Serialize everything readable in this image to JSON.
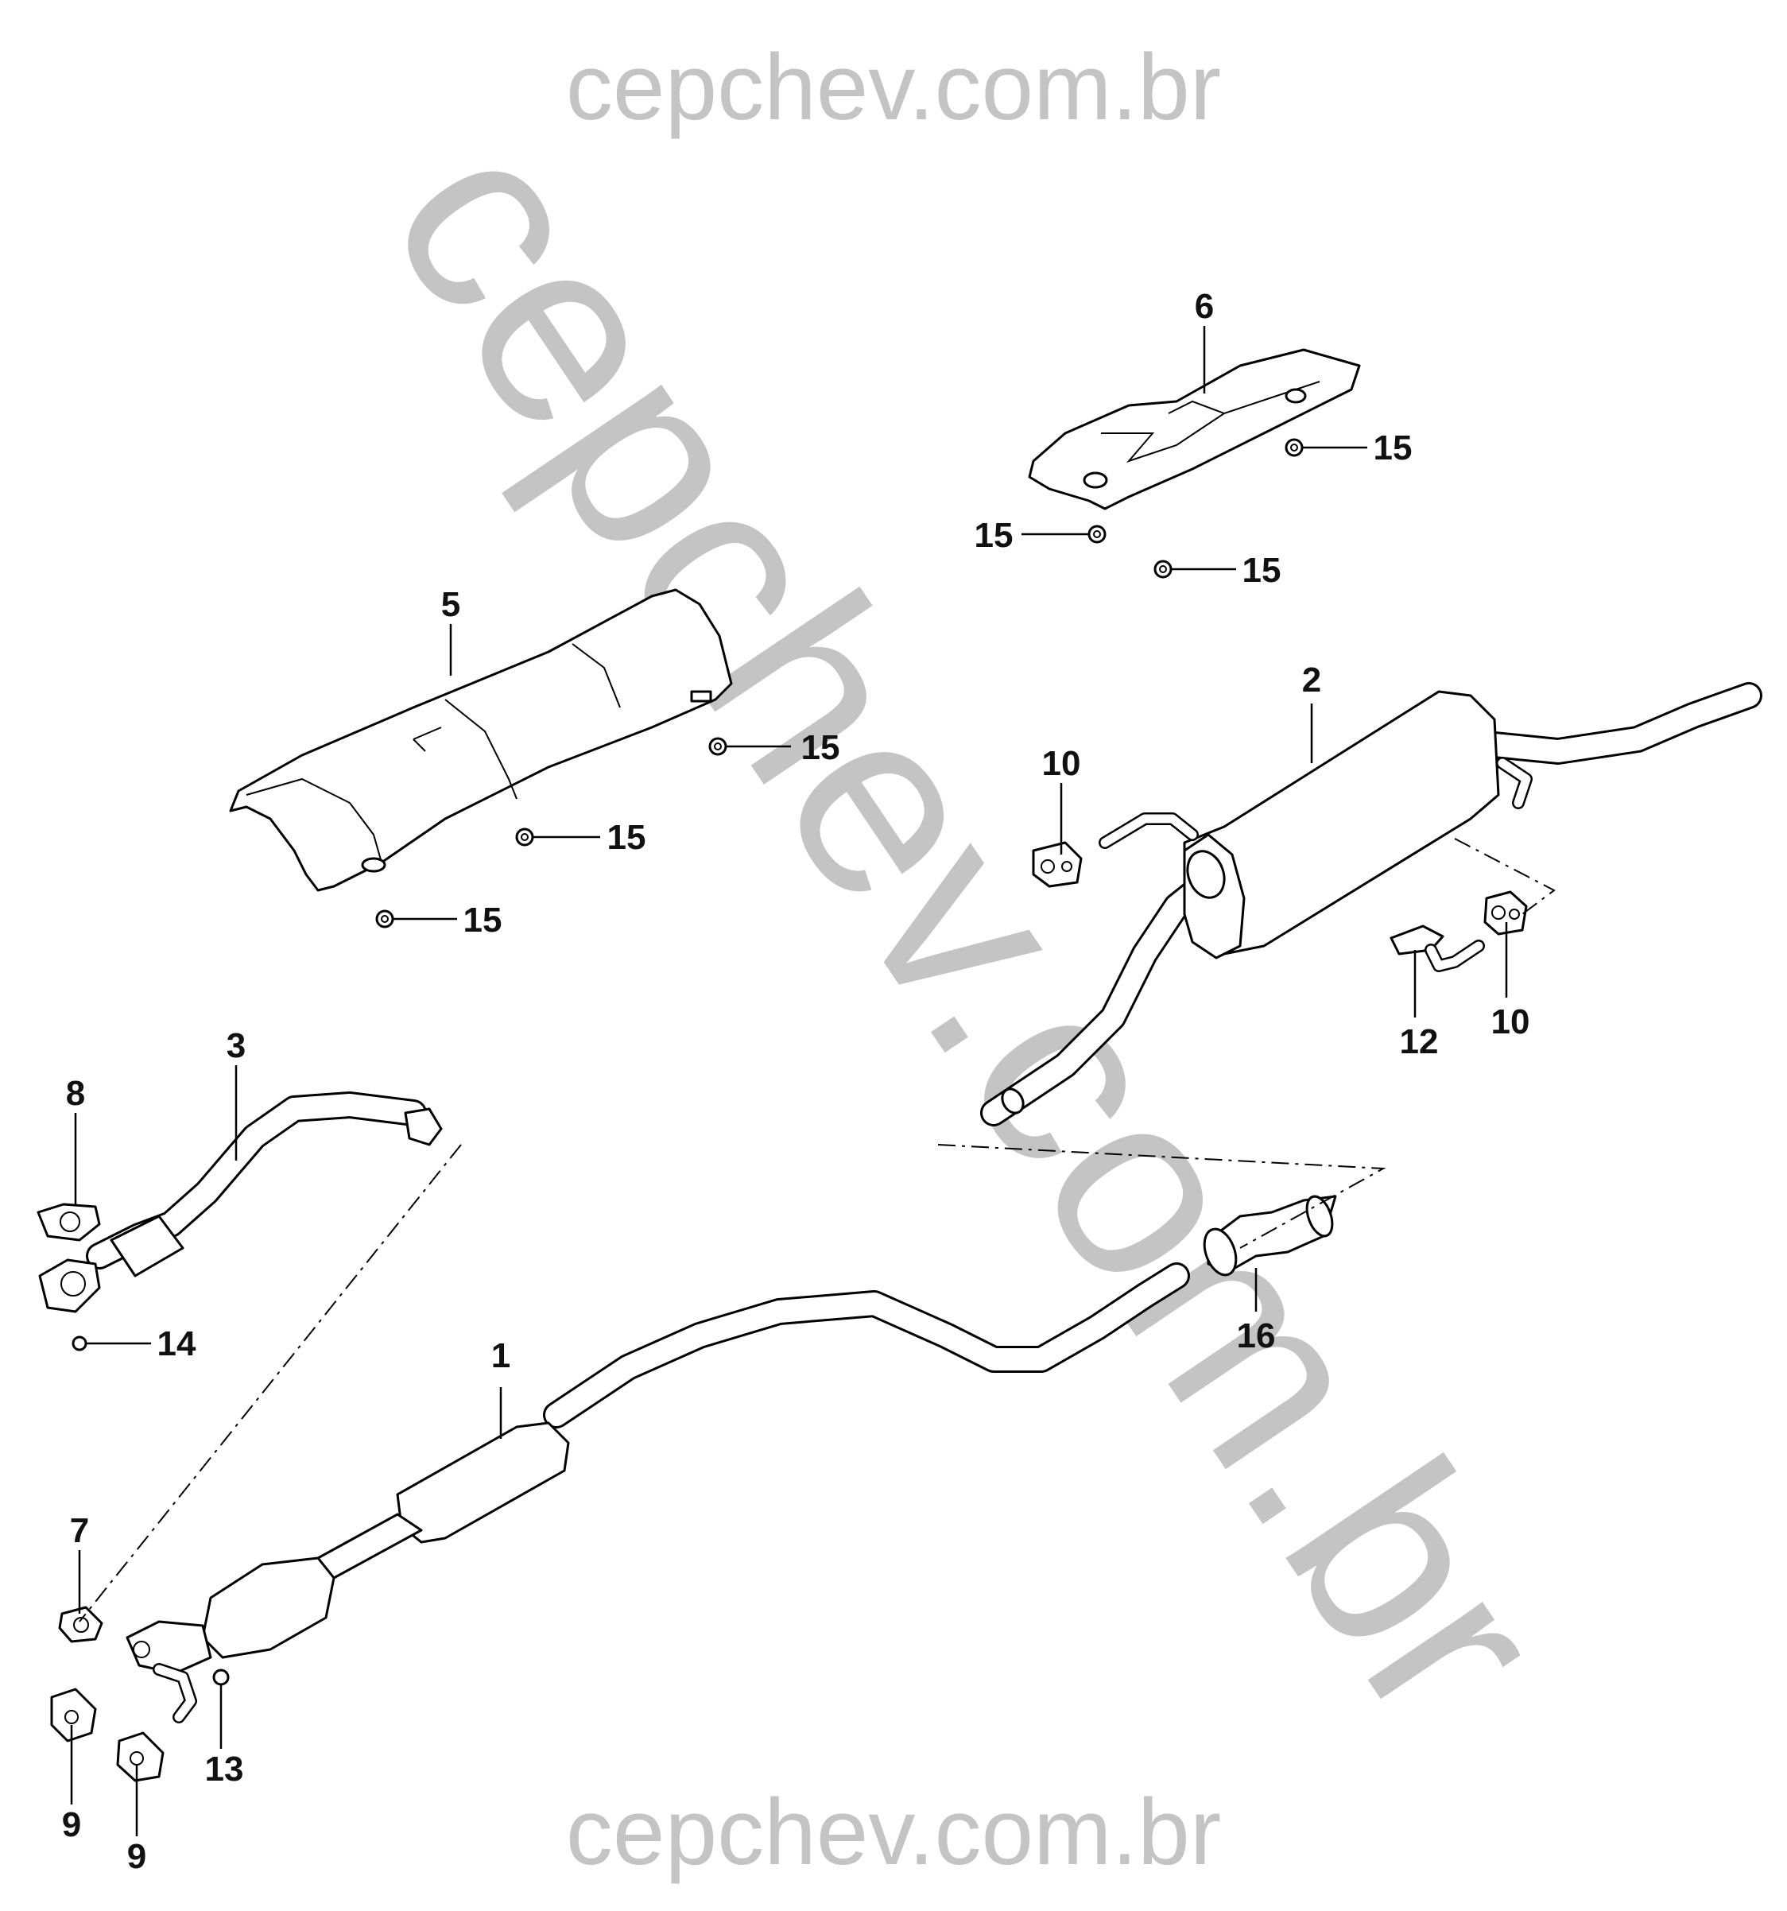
{
  "watermark": {
    "top": "cepchev.com.br",
    "diagonal": "cepchev.com.br",
    "bottom": "cepchev.com.br"
  },
  "callouts": {
    "c1": "1",
    "c2": "2",
    "c3": "3",
    "c5": "5",
    "c6": "6",
    "c7": "7",
    "c8": "8",
    "c9a": "9",
    "c9b": "9",
    "c10a": "10",
    "c10b": "10",
    "c12": "12",
    "c13": "13",
    "c14": "14",
    "c15a": "15",
    "c15b": "15",
    "c15c": "15",
    "c15d": "15",
    "c15e": "15",
    "c15f": "15",
    "c16": "16"
  }
}
